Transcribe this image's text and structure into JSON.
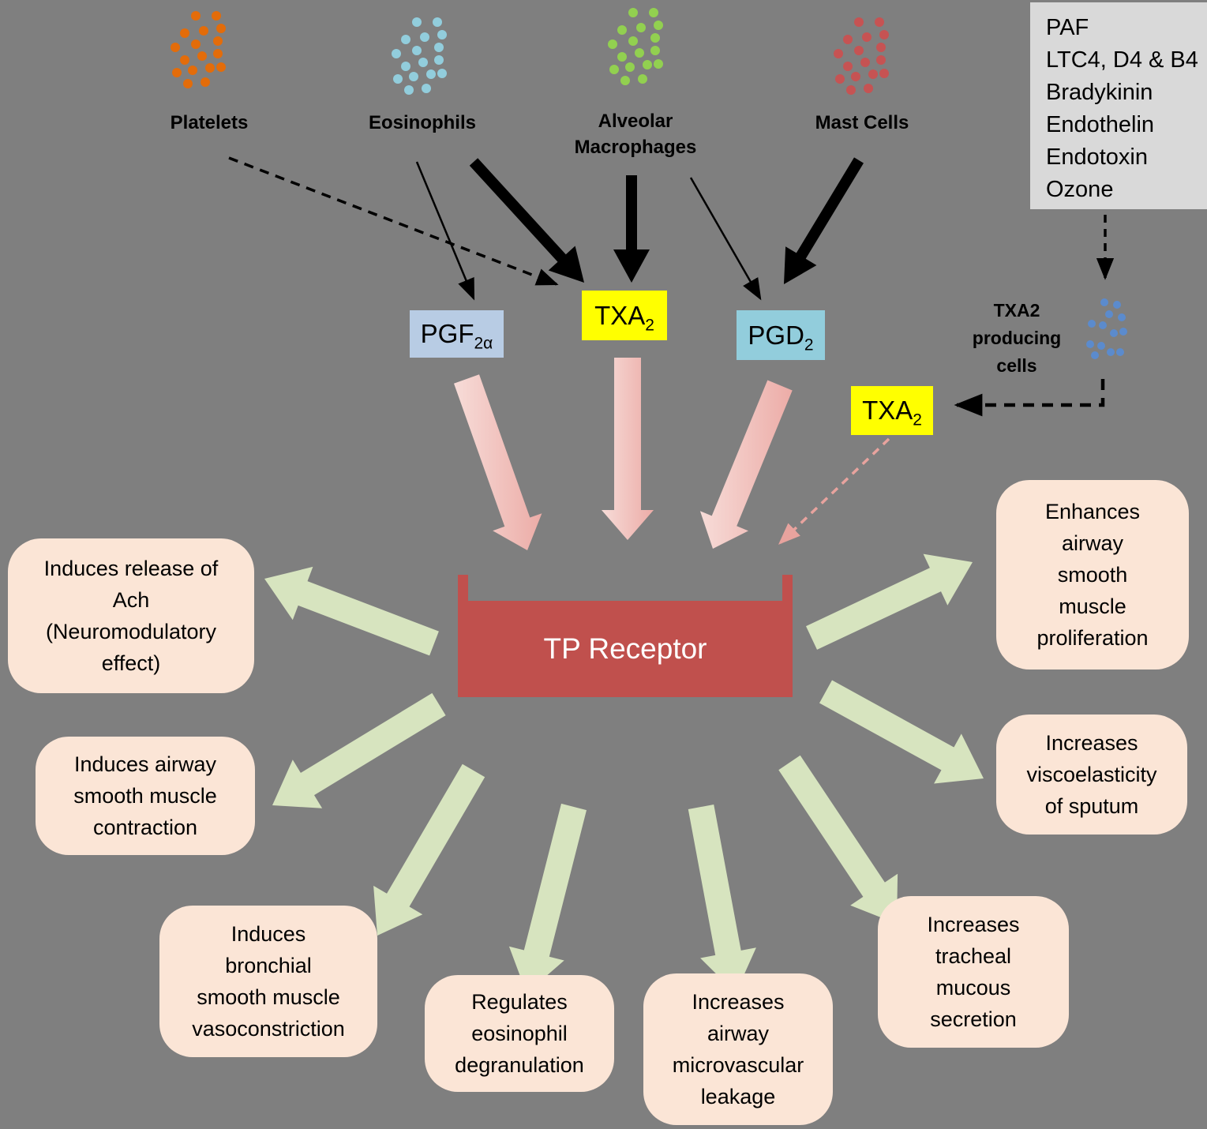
{
  "background_color": "#7f7f7f",
  "cells": [
    {
      "name": "platelets",
      "label": "Platelets",
      "color": "#e36c0a"
    },
    {
      "name": "eosinophils",
      "label": "Eosinophils",
      "color": "#92cddc"
    },
    {
      "name": "alveolar-macrophages",
      "label": "Alveolar\nMacrophages",
      "color": "#92d050"
    },
    {
      "name": "mast-cells",
      "label": "Mast Cells",
      "color": "#c65353"
    }
  ],
  "stimuli_box": {
    "lines": "PAF\nLTC4, D4 & B4\nBradykinin\nEndothelin\nEndotoxin\nOzone",
    "bg": "#d9d9d9"
  },
  "mediators": {
    "pgf2a": {
      "base": "PGF",
      "sub": "2α",
      "bg": "#b8cce4"
    },
    "txa2_primary": {
      "base": "TXA",
      "sub": "2",
      "bg": "#ffff00"
    },
    "pgd2": {
      "base": "PGD",
      "sub": "2",
      "bg": "#92cddc"
    },
    "txa2_secondary": {
      "base": "TXA",
      "sub": "2",
      "bg": "#ffff00"
    }
  },
  "txa2_producing_cells": {
    "label": "TXA2\nproducing\ncells",
    "dot_color": "#5b8bcd"
  },
  "receptor": {
    "label": "TP Receptor",
    "bg": "#c0504d",
    "text_color": "#ffffff"
  },
  "effects": [
    {
      "id": "ach",
      "text": "Induces release of\nAch\n(Neuromodulatory\neffect)"
    },
    {
      "id": "contraction",
      "text": "Induces airway\nsmooth muscle\ncontraction"
    },
    {
      "id": "vasoconstriction",
      "text": "Induces\nbronchial\nsmooth muscle\nvasoconstriction"
    },
    {
      "id": "degranulation",
      "text": "Regulates\neosinophil\ndegranulation"
    },
    {
      "id": "leakage",
      "text": "Increases\nairway\nmicrovascular\nleakage"
    },
    {
      "id": "mucous",
      "text": "Increases\ntracheal\nmucous\nsecretion"
    },
    {
      "id": "sputum",
      "text": "Increases\nviscoelasticity\nof sputum"
    },
    {
      "id": "proliferation",
      "text": "Enhances\nairway\nsmooth\nmuscle\nproliferation"
    }
  ],
  "colors": {
    "effect_box_bg": "#fbe5d6",
    "green_arrow": "#d7e4bf",
    "pink_arrow_light": "#f7dcd8",
    "pink_arrow_dark": "#ecaca7",
    "pink_dashed": "#e8a39e",
    "black_arrow": "#000000"
  }
}
